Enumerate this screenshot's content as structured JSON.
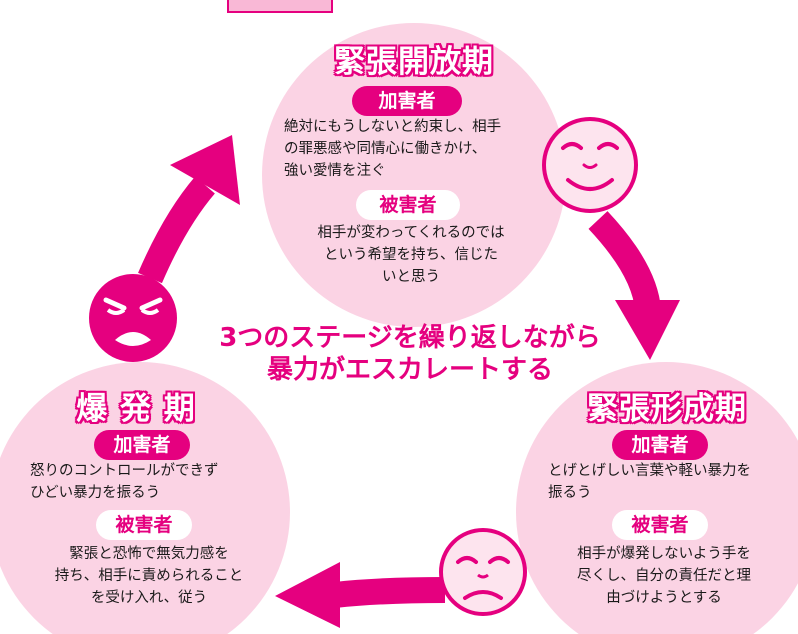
{
  "colors": {
    "accent": "#e5007f",
    "circle_fill": "#fbd3e4",
    "face_fill": "#fde4ee"
  },
  "center_caption": "3つのステージを繰り返しながら\n暴力がエスカレートする",
  "stages": {
    "release": {
      "title": "緊張開放期",
      "perpetrator_label": "加害者",
      "perpetrator_text": "絶対にもうしないと約束し、相手\nの罪悪感や同情心に働きかけ、\n強い愛情を注ぐ",
      "victim_label": "被害者",
      "victim_text": "相手が変わってくれるのでは\nという希望を持ち、信じた\nいと思う",
      "face": "smiling-face-icon"
    },
    "buildup": {
      "title": "緊張形成期",
      "perpetrator_label": "加害者",
      "perpetrator_text": "とげとげしい言葉や軽い暴力を\n振るう",
      "victim_label": "被害者",
      "victim_text": "相手が爆発しないよう手を\n尽くし、自分の責任だと理\n由づけようとする",
      "face": "worried-face-icon"
    },
    "explosion": {
      "title": "爆 発 期",
      "perpetrator_label": "加害者",
      "perpetrator_text": "怒りのコントロールができず\nひどい暴力を振るう",
      "victim_label": "被害者",
      "victim_text": "緊張と恐怖で無気力感を\n持ち、相手に責められること\nを受け入れ、従う",
      "face": "angry-face-icon"
    }
  }
}
